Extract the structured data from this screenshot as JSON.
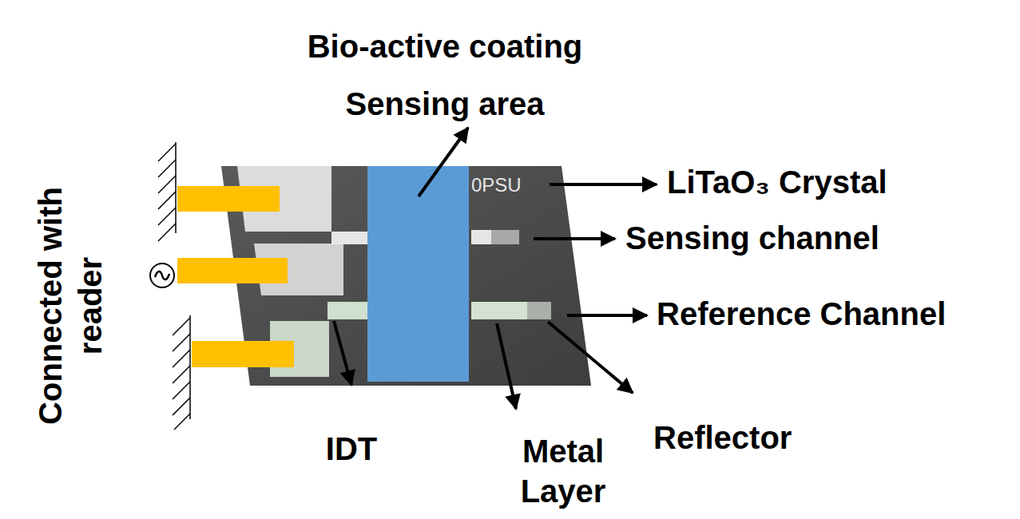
{
  "diagram": {
    "labels": [
      "Bio-active coating",
      "Sensing area",
      "0PSU",
      "LiTaO₃ Crystal",
      "Sensing channel",
      "Reference Channel",
      "IDT",
      "Metal Layer",
      "Reflector",
      "Connected with reader"
    ]
  }
}
